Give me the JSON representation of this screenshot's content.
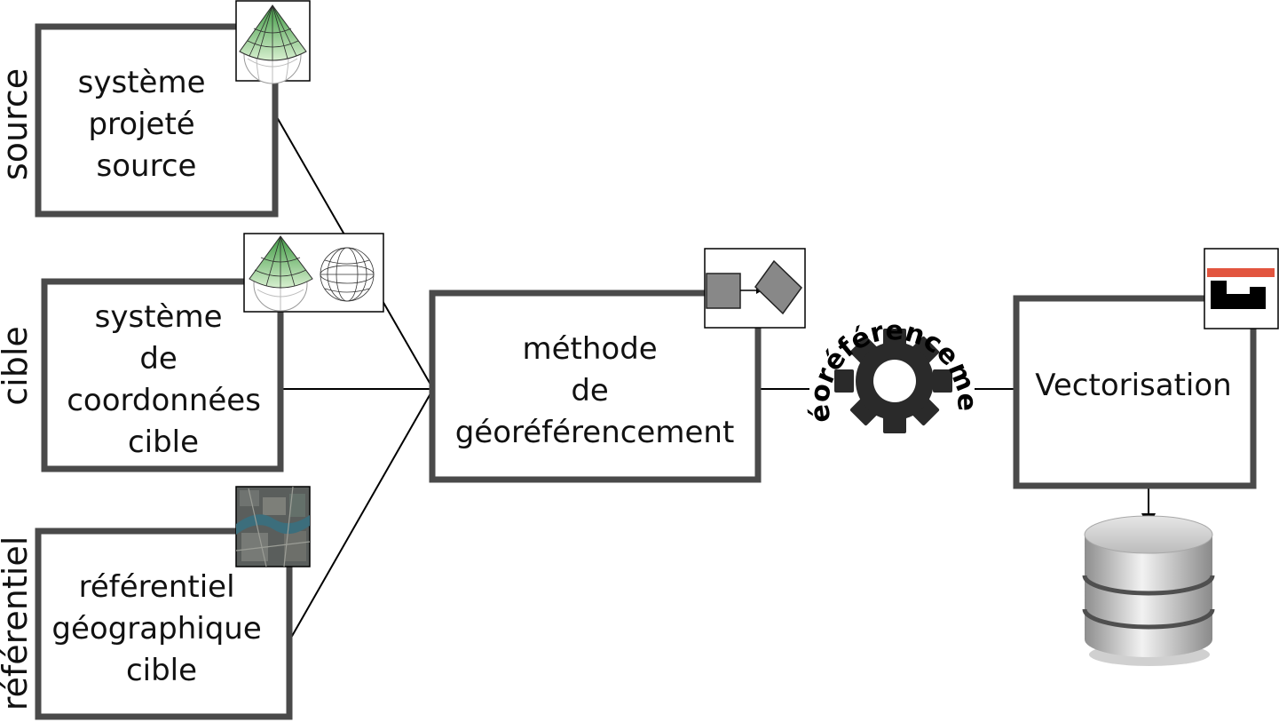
{
  "side_labels": {
    "source": "source",
    "cible": "cible",
    "referentiel": "référentiel"
  },
  "boxes": {
    "source_system": {
      "lines": [
        "système",
        "projeté",
        "source"
      ]
    },
    "target_system": {
      "lines": [
        "système",
        "de",
        "coordonnées",
        "cible"
      ]
    },
    "geo_reference": {
      "lines": [
        "référentiel",
        "géographique",
        "cible"
      ]
    },
    "method": {
      "lines": [
        "méthode",
        "de",
        "géoréférencement"
      ]
    },
    "vectorisation": {
      "lines": [
        "Vectorisation"
      ]
    }
  },
  "process_label": "Géoréférencement",
  "icons": {
    "source_system": "conic-projection-globe-icon",
    "target_system": "conic-projection-and-globe-icon",
    "geo_reference": "aerial-photo-icon",
    "method": "transformation-icon",
    "process": "gear-icon",
    "vectorisation": "map-feature-icon",
    "output": "database-icon"
  },
  "colors": {
    "box_border": "#4a4a4a",
    "cone_green": "#7cc576",
    "vector_red": "#e2553f",
    "gear": "#2a2a2a"
  }
}
